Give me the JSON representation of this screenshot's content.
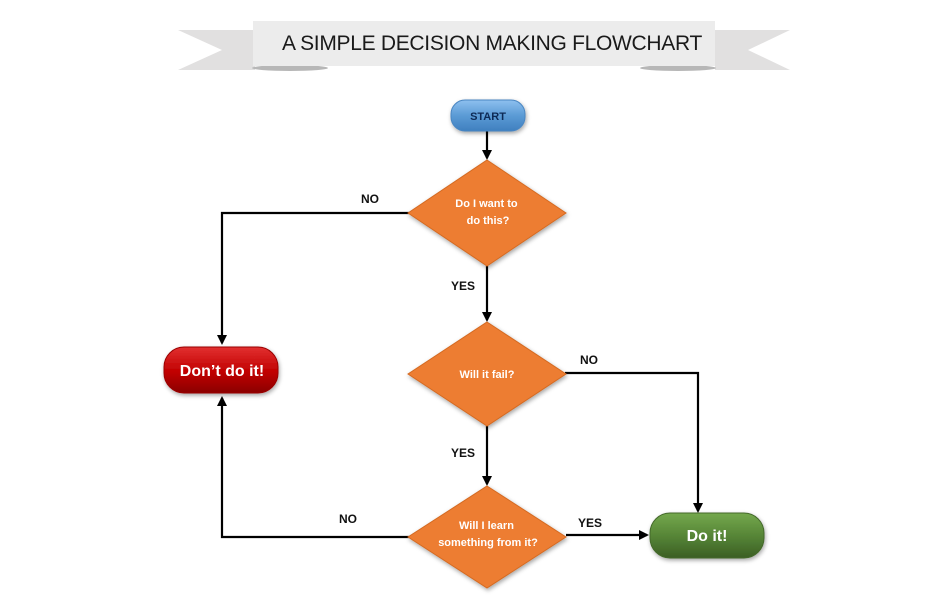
{
  "title": "A SIMPLE DECISION MAKING FLOWCHART",
  "nodes": {
    "start": "START",
    "decision_want": [
      "Do I want to",
      "do this?"
    ],
    "decision_fail": "Will it fail?",
    "decision_learn": [
      "Will I learn",
      "something from it?"
    ],
    "dont": "Don’t do it!",
    "do": "Do it!"
  },
  "edges": {
    "want_no": "NO",
    "want_yes": "YES",
    "fail_no": "NO",
    "fail_yes": "YES",
    "learn_no": "NO",
    "learn_yes": "YES"
  },
  "colors": {
    "start": "#5b9bd5",
    "decision": "#ed7d31",
    "dont": "#c00000",
    "do": "#548235",
    "banner": "#e7e6e6"
  }
}
